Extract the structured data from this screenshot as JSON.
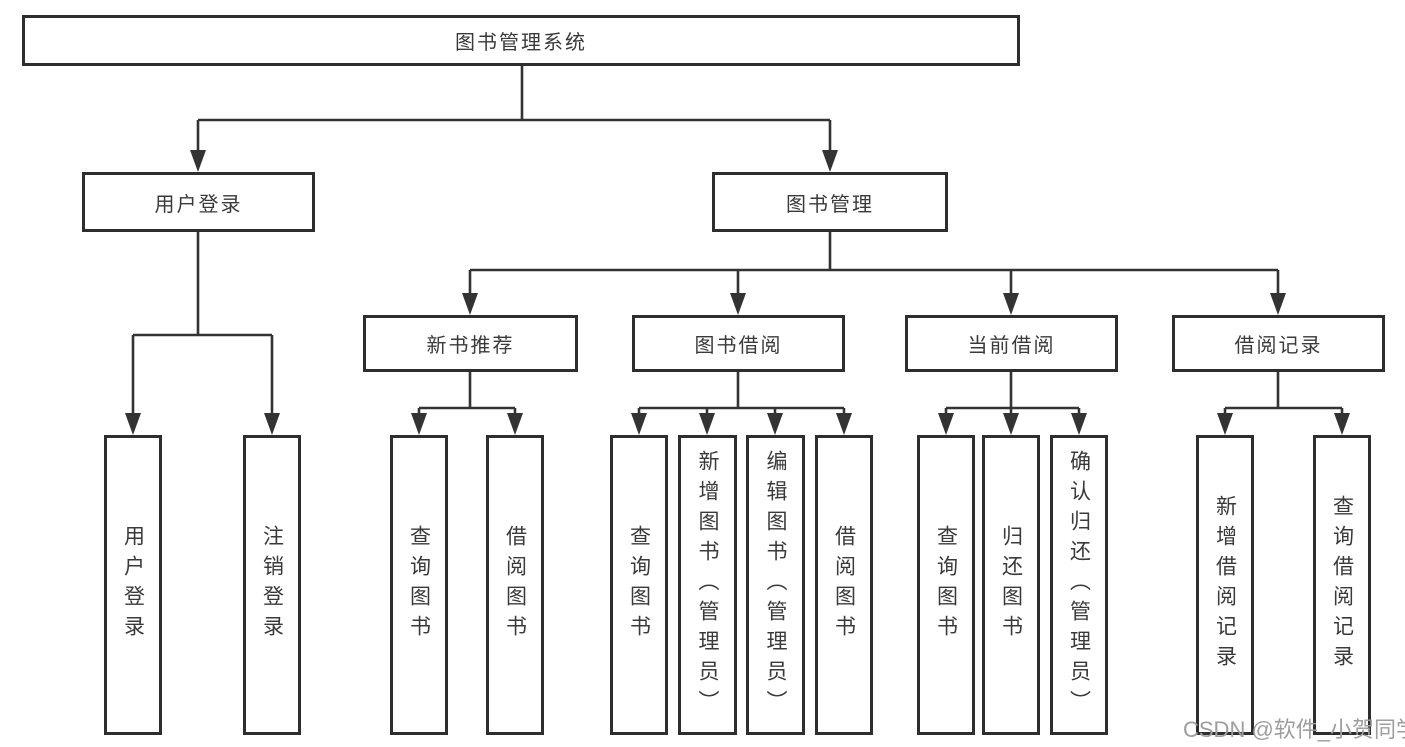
{
  "colors": {
    "line": "#333333",
    "box_border": "#2e2e2e",
    "text": "#3a3a3a",
    "watermark": "#9e9e9e",
    "background": "#ffffff"
  },
  "tree": {
    "root": {
      "label": "图书管理系统"
    },
    "branches": [
      {
        "label": "用户登录",
        "children": [
          {
            "label": "用户登录"
          },
          {
            "label": "注销登录"
          }
        ]
      },
      {
        "label": "图书管理",
        "groups": [
          {
            "label": "新书推荐",
            "children": [
              {
                "label": "查询图书"
              },
              {
                "label": "借阅图书"
              }
            ]
          },
          {
            "label": "图书借阅",
            "children": [
              {
                "label": "查询图书"
              },
              {
                "label": "新增图书（管理员）"
              },
              {
                "label": "编辑图书（管理员）"
              },
              {
                "label": "借阅图书"
              }
            ]
          },
          {
            "label": "当前借阅",
            "children": [
              {
                "label": "查询图书"
              },
              {
                "label": "归还图书"
              },
              {
                "label": "确认归还（管理员）"
              }
            ]
          },
          {
            "label": "借阅记录",
            "children": [
              {
                "label": "新增借阅记录"
              },
              {
                "label": "查询借阅记录"
              }
            ]
          }
        ]
      }
    ]
  },
  "watermark": {
    "text": "CSDN @软件_小贺同学"
  }
}
